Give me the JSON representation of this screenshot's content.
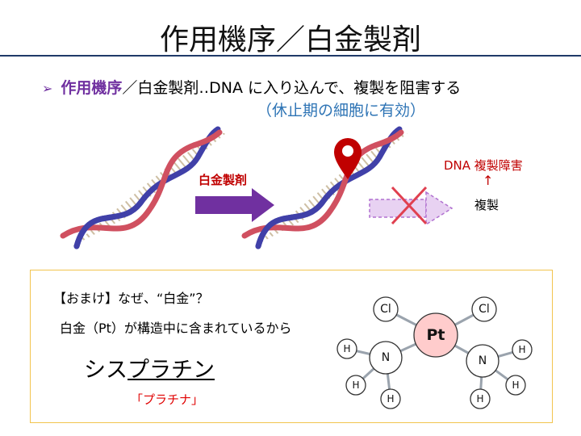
{
  "title": "作用機序／白金製剤",
  "bullet": {
    "keyword": "作用機序",
    "text": "／白金製剤‥DNA に入り込んで、複製を阻害する",
    "sub": "（休止期の細胞に有効）"
  },
  "diagram": {
    "drug_label": "白金製剤",
    "damage_label": "DNA 複製障害",
    "up_arrow": "↑",
    "replication_label": "複製"
  },
  "box": {
    "omake": "【おまけ】なぜ、“白金”？",
    "reason": "白金（Pt）が構造中に含まれているから",
    "cis_prefix": "シス",
    "cis_underlined": "プラチン",
    "platina": "「プラチナ」"
  },
  "molecule": {
    "center": "Pt",
    "cl_left": "Cl",
    "cl_right": "Cl",
    "n_left": "N",
    "n_right": "N",
    "h": "H"
  },
  "colors": {
    "accent_purple": "#7030a0",
    "red": "#c00000",
    "blue": "#2e74b5",
    "box_border": "#f2c44e"
  }
}
